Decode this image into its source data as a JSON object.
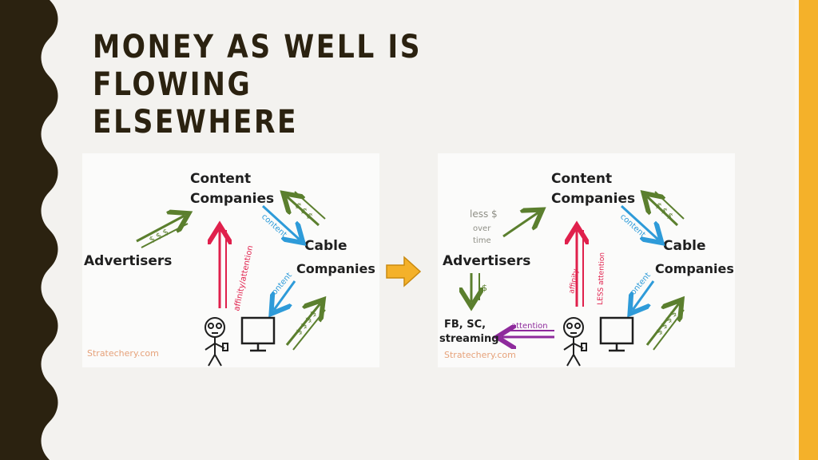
{
  "slide": {
    "title_line1": "MONEY AS WELL IS FLOWING",
    "title_line2": "ELSEWHERE"
  },
  "colors": {
    "dark_border": "#2b2210",
    "accent_stripe": "#f4b12a",
    "arrow_orange": "#f4b12a",
    "green": "#5b7f2e",
    "blue": "#2e9bd9",
    "red": "#e0204c",
    "purple": "#8e2a9c",
    "gray_text": "#8f8f86"
  },
  "diagram_before": {
    "content_line1": "Content",
    "content_line2": "Companies",
    "cable_line1": "Cable",
    "cable_line2": "Companies",
    "advertisers": "Advertisers",
    "label_money_ads": "$ $ $",
    "label_money_cable": "$ $ $",
    "label_content_top": "content",
    "label_content_bottom": "content",
    "label_money_user": "$ $ $ $",
    "label_affinity": "affinity/attention",
    "watermark": "Stratechery.com"
  },
  "diagram_after": {
    "content_line1": "Content",
    "content_line2": "Companies",
    "cable_line1": "Cable",
    "cable_line2": "Companies",
    "advertisers": "Advertisers",
    "less_money_line1": "less $",
    "less_money_line2": "over",
    "less_money_line3": "time",
    "label_money_cable": "$ $ $",
    "label_content_top": "content",
    "label_content_bottom": "content",
    "label_money_user": "$ $ $ $",
    "label_money_down": "$",
    "label_affinity": "affinity",
    "label_less_attention": "LESS attention",
    "label_attention": "attention",
    "fb_line1": "FB, SC,",
    "fb_line2": "streaming",
    "watermark": "Stratechery.com"
  }
}
